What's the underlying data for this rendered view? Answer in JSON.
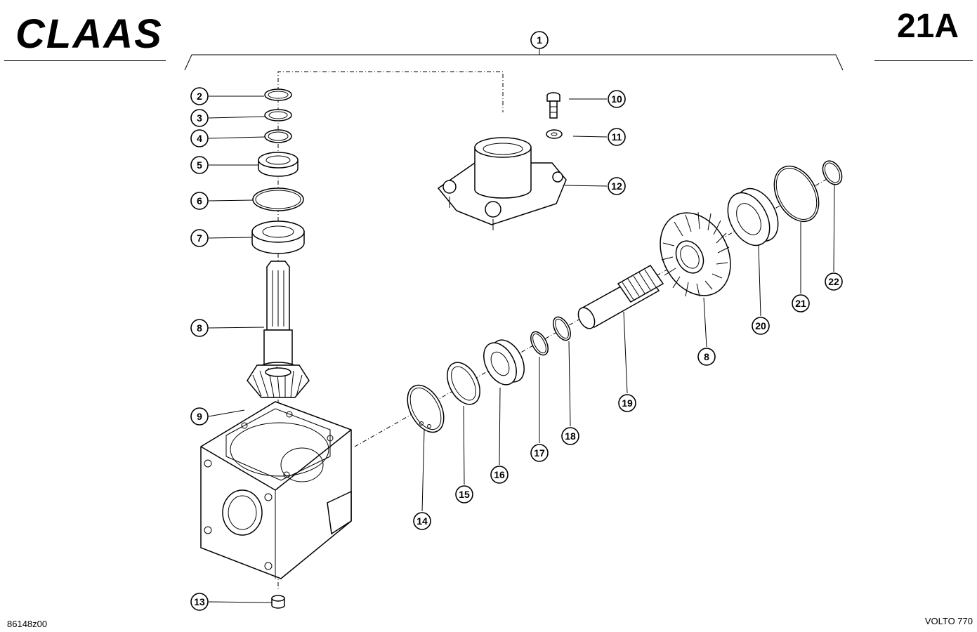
{
  "header": {
    "brand": "CLAAS",
    "page_code": "21A"
  },
  "footer": {
    "drawing_id": "86148z00",
    "model": "VOLTO 770"
  },
  "callouts": [
    "1",
    "2",
    "3",
    "4",
    "5",
    "6",
    "7",
    "8",
    "9",
    "10",
    "11",
    "12",
    "13",
    "14",
    "15",
    "16",
    "17",
    "18",
    "19",
    "20",
    "21",
    "22",
    "8"
  ]
}
